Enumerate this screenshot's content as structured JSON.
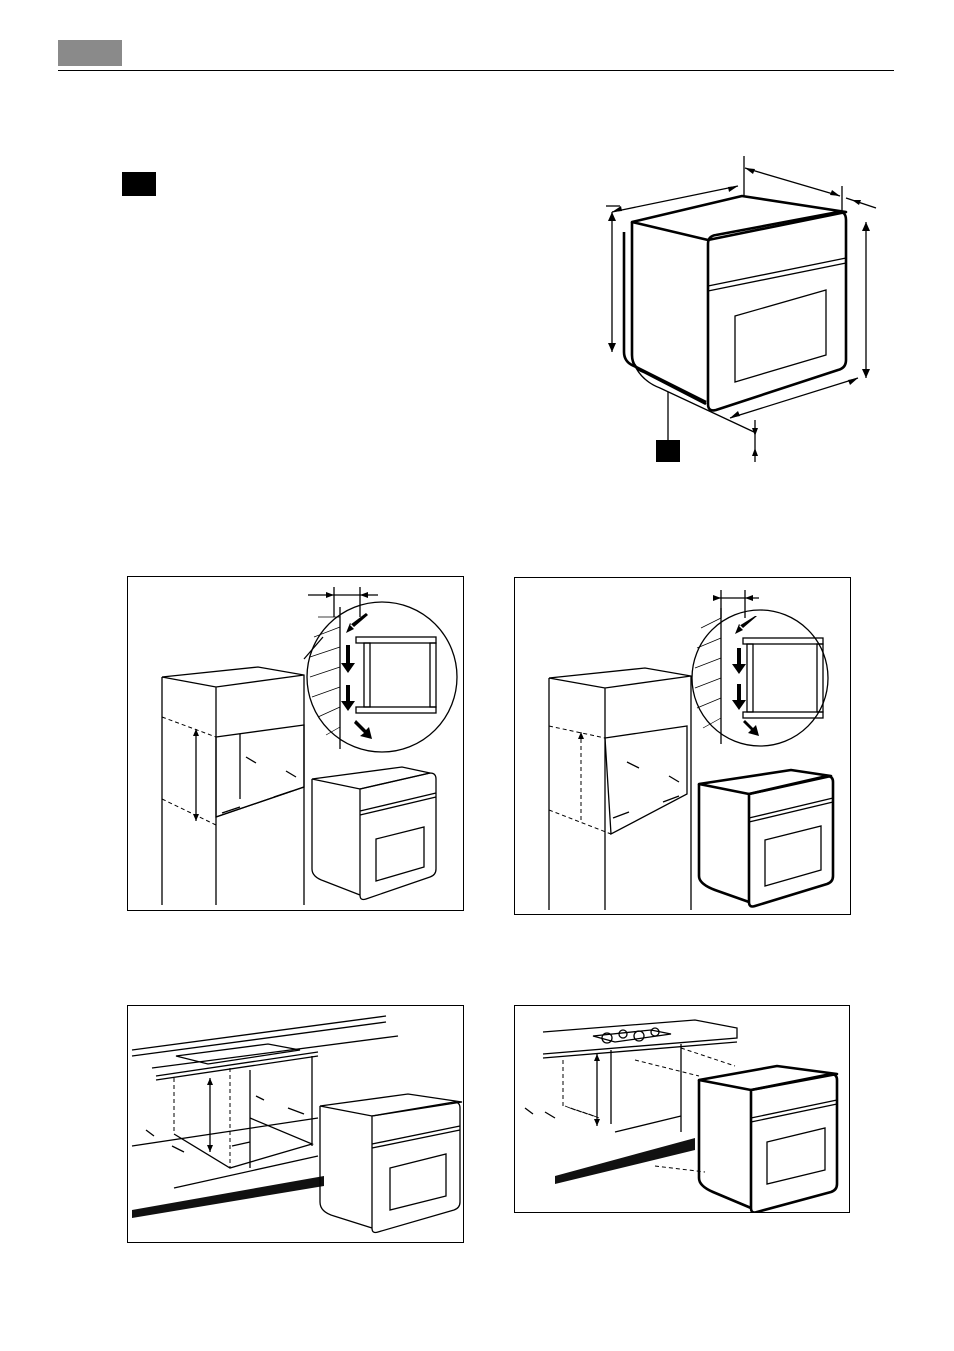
{
  "page": {
    "header_tab_color": "#8a8a8a",
    "rule_color": "#000000"
  },
  "figures": [
    {
      "name": "oven-dimensions-diagram",
      "icons": [
        "oven-icon",
        "dimension-arrow-icon",
        "base-fixing-callout-icon"
      ]
    },
    {
      "name": "tall-unit-installation-panel",
      "icons": [
        "cabinet-icon",
        "ventilation-arrow-icon",
        "oven-icon"
      ]
    },
    {
      "name": "tall-unit-installation-panel-variant",
      "icons": [
        "cabinet-icon",
        "ventilation-arrow-icon",
        "oven-icon"
      ]
    },
    {
      "name": "under-counter-installation-panel",
      "icons": [
        "worktop-icon",
        "hob-icon",
        "oven-icon"
      ]
    },
    {
      "name": "under-hob-installation-panel",
      "icons": [
        "worktop-icon",
        "hob-icon",
        "oven-icon"
      ]
    }
  ]
}
